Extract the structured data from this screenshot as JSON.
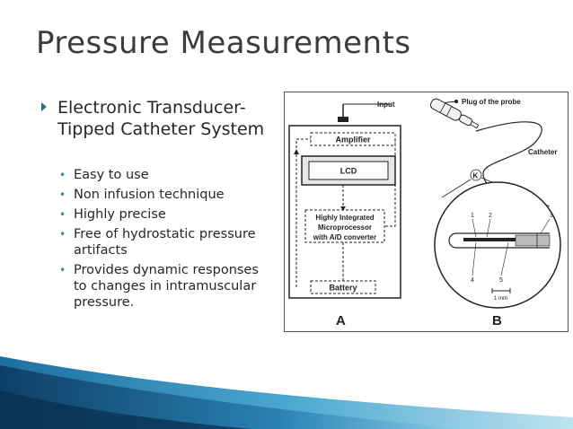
{
  "slide": {
    "title": "Pressure Measurements",
    "main_bullet": "Electronic Transducer-Tipped Catheter System",
    "sub_bullets": [
      "Easy to use",
      "Non infusion technique",
      "Highly precise",
      "Free of hydrostatic pressure artifacts",
      "Provides dynamic responses to changes in intramuscular pressure."
    ]
  },
  "figure": {
    "input_label": "Input",
    "plug_label": "Plug of the probe",
    "catheter_label": "Catheter",
    "amplifier_label": "Amplifier",
    "lcd_label": "LCD",
    "micro_line1": "Highly Integrated",
    "micro_line2": "Microprocessor",
    "micro_line3": "with A/D converter",
    "battery_label": "Battery",
    "panel_a": "A",
    "panel_b": "B",
    "k_label": "K",
    "num1": "1",
    "num2": "2",
    "num3": "3",
    "num4": "4",
    "num5": "5",
    "scale_label": "1 mm"
  },
  "colors": {
    "title": "#3c3c3c",
    "accent": "#2b6f86",
    "bullet_dot": "#3b86a3",
    "band_light": "#bfe3f0",
    "band_mid": "#3a9cc4",
    "band_dark": "#0d3f66"
  }
}
